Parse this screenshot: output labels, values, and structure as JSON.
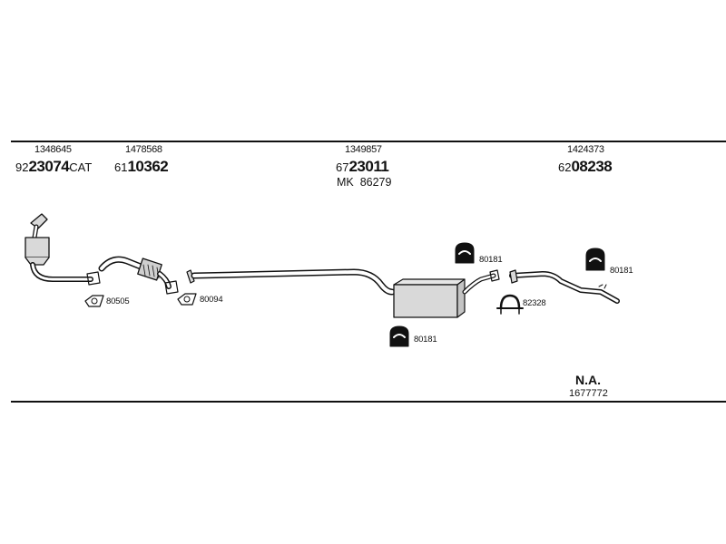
{
  "groups": [
    {
      "part": "1348645",
      "prefix": "92",
      "code": "23074",
      "suffix": "CAT"
    },
    {
      "part": "1478568",
      "prefix": "61",
      "code": "10362",
      "suffix": ""
    },
    {
      "part": "1349857",
      "prefix": "67",
      "code": "23011",
      "suffix": "",
      "extra": "MK  86279"
    },
    {
      "part": "1424373",
      "prefix": "62",
      "code": "08238",
      "suffix": ""
    }
  ],
  "parts": {
    "gasket_1": "80505",
    "gasket_2": "80094",
    "hanger_1": "80181",
    "hanger_2": "80181",
    "hanger_3": "80181",
    "clamp": "82328"
  },
  "footer": {
    "title": "N.A.",
    "number": "1677772"
  },
  "colors": {
    "ink": "#111111",
    "fill": "#d9d9d9",
    "background": "#ffffff"
  }
}
